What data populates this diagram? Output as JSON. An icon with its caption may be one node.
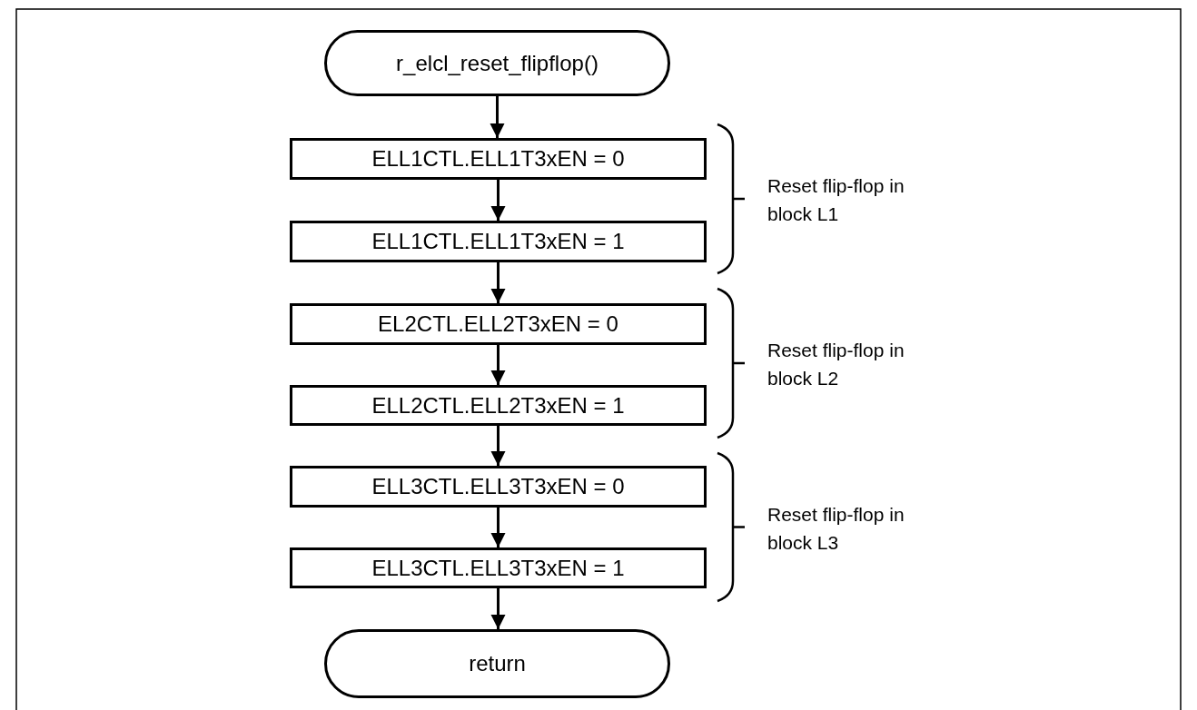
{
  "diagram": {
    "nodes": [
      {
        "text": [
          "r_elcl_reset_flipflop()"
        ]
      },
      {
        "text": [
          "ELL1CTL.ELL1T3xEN = 0"
        ]
      },
      {
        "text": [
          "ELL1CTL.ELL1T3xEN = 1"
        ]
      },
      {
        "text": [
          "EL2CTL.ELL2T3xEN = 0"
        ]
      },
      {
        "text": [
          "ELL2CTL.ELL2T3xEN = 1"
        ]
      },
      {
        "text": [
          "ELL3CTL.ELL3T3xEN = 0"
        ]
      },
      {
        "text": [
          "ELL3CTL.ELL3T3xEN = 1"
        ]
      },
      {
        "text": [
          "return"
        ]
      }
    ],
    "edges": [
      {
        "from": 0,
        "to": 1,
        "arrow": "to"
      },
      {
        "from": 1,
        "to": 2,
        "arrow": "to"
      },
      {
        "from": 2,
        "to": 3,
        "arrow": "to"
      },
      {
        "from": 3,
        "to": 4,
        "arrow": "to"
      },
      {
        "from": 4,
        "to": 5,
        "arrow": "to"
      },
      {
        "from": 5,
        "to": 6,
        "arrow": "to"
      },
      {
        "from": 6,
        "to": 7,
        "arrow": "to"
      }
    ],
    "labels": [
      "Reset flip-flop in block L1",
      "Reset flip-flop in block L2",
      "Reset flip-flop in block L3"
    ]
  }
}
